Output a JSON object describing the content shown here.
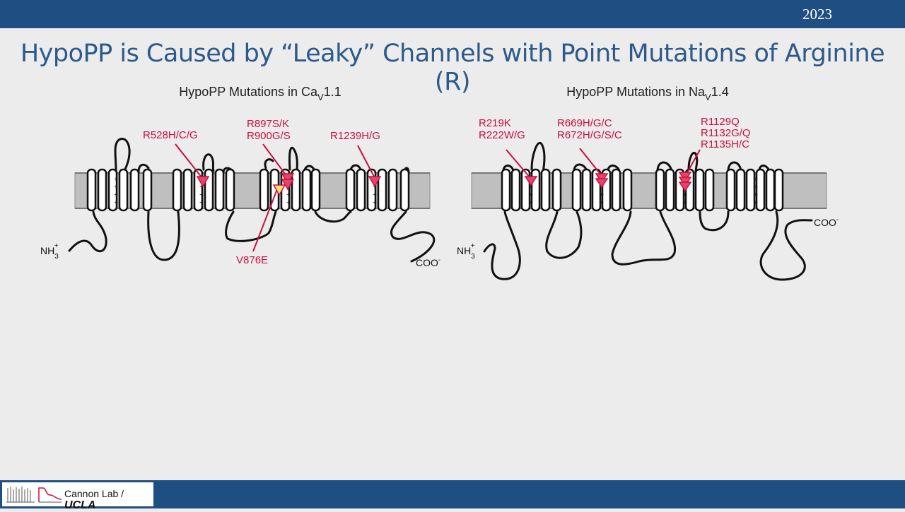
{
  "header": {
    "year": "2023"
  },
  "slide": {
    "title": "HypoPP is Caused by “Leaky” Channels with Point Mutations of Arginine (R)"
  },
  "panels": [
    {
      "title_prefix": "HypoPP Mutations in Ca",
      "title_sub": "V",
      "title_suffix": "1.1",
      "n_terminus": "NH",
      "n_sub": "3",
      "n_sup": "+",
      "c_terminus": "COO",
      "c_sup": "-",
      "mutations": [
        {
          "lines": [
            "R528H/C/G"
          ]
        },
        {
          "lines": [
            "R897S/K",
            "R900G/S"
          ]
        },
        {
          "lines": [
            "R1239H/G"
          ]
        },
        {
          "lines": [
            "V876E"
          ]
        }
      ]
    },
    {
      "title_prefix": "HypoPP Mutations in Na",
      "title_sub": "V",
      "title_suffix": "1.4",
      "n_terminus": "NH",
      "n_sub": "3",
      "n_sup": "+",
      "c_terminus": "COO",
      "c_sup": "-",
      "mutations": [
        {
          "lines": [
            "R219K",
            "R222W/G"
          ]
        },
        {
          "lines": [
            "R669H/G/C",
            "R672H/G/S/C"
          ]
        },
        {
          "lines": [
            "R1129Q",
            "R1132G/Q",
            "R1135H/C"
          ]
        }
      ]
    }
  ],
  "colors": {
    "header_bar": "#1f4e82",
    "title_text": "#2c5a8c",
    "mutation_red": "#c8103e",
    "membrane_fill": "#bfbfbf",
    "v876e_marker": "#f4e27a"
  },
  "footer": {
    "lab": "Cannon Lab /",
    "institution": "UCLA"
  }
}
